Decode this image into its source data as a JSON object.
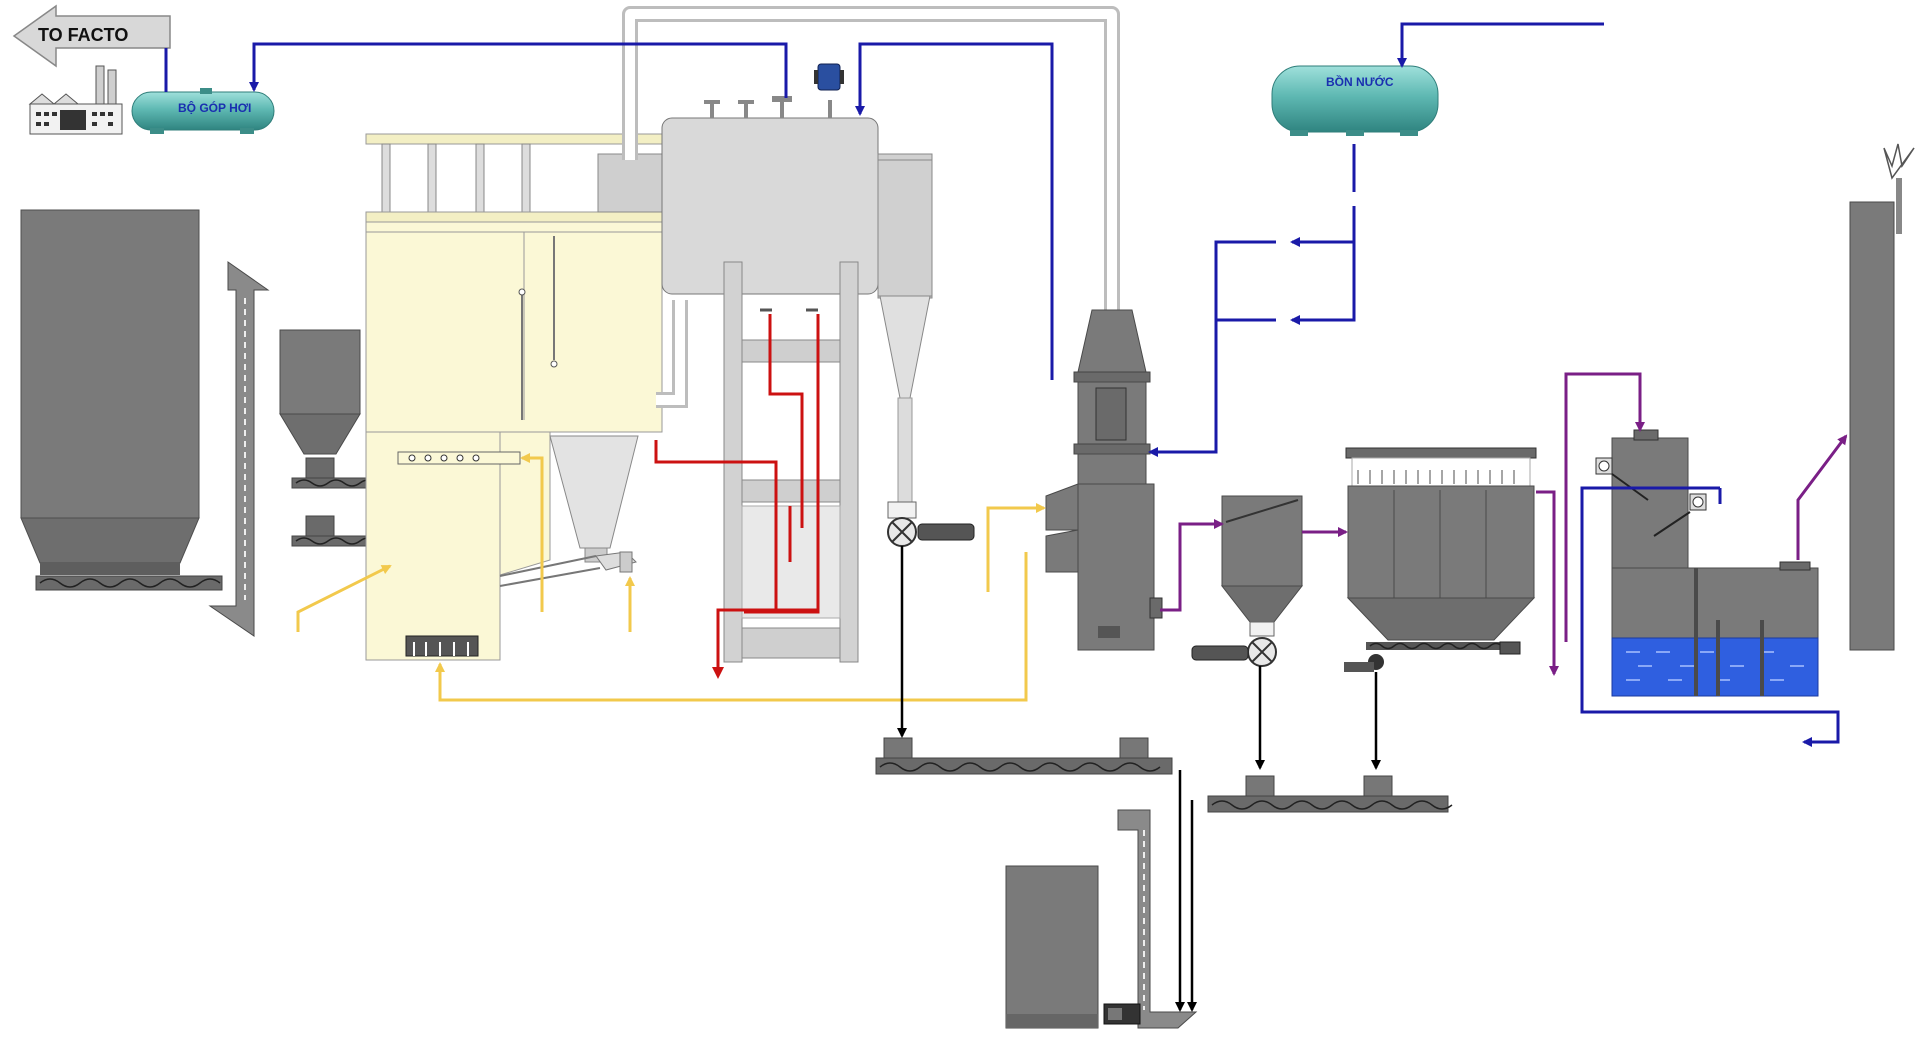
{
  "labels": {
    "to_factory": "TO FACTO",
    "steam_collector": "BỘ GÓP HƠI",
    "water_tank": "BỒN NƯỚC"
  },
  "colors": {
    "equipment_gray": "#7a7a7a",
    "equipment_dark": "#5e5e5e",
    "boiler_cream": "#fbf8d6",
    "drum_light": "#d9d9d9",
    "tank_teal": "#5fb9b3",
    "water_line": "#1a1aa8",
    "air_line": "#f2c94c",
    "hot_line": "#cc1111",
    "flue_line": "#7a1f86",
    "ash_line": "#000000",
    "scrubber_water": "#2f5fe0"
  },
  "icons": [
    "factory-icon",
    "exhaust-plume-icon",
    "motor-icon",
    "rotary-valve-icon"
  ]
}
